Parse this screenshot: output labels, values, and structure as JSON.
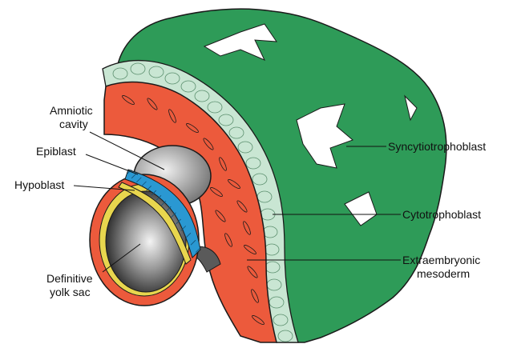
{
  "labels": {
    "amniotic_cavity": [
      "Amniotic",
      "cavity"
    ],
    "epiblast": "Epiblast",
    "hypoblast": "Hypoblast",
    "definitive_yolk_sac": [
      "Definitive",
      "yolk sac"
    ],
    "syncytiotrophoblast": "Syncytiotrophoblast",
    "cytotrophoblast": "Cytotrophoblast",
    "extraembryonic_mesoderm": [
      "Extraembryonic",
      "mesoderm"
    ]
  },
  "colors": {
    "syncytiotrophoblast": "#2e9b58",
    "cytotrophoblast": "#c9e6d3",
    "extraembryonic_mesoderm": "#ec5a3c",
    "epiblast": "#2a98d2",
    "hypoblast": "#e8d64e",
    "outline": "#1a1a1a"
  }
}
